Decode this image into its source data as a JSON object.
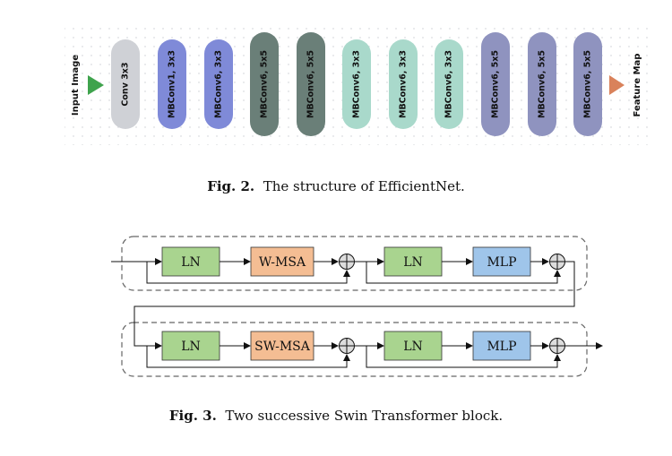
{
  "figure2": {
    "input_label": "Input Image",
    "output_label": "Feature Map",
    "colors": {
      "input_arrow": "#3fa34d",
      "output_arrow": "#d9825b",
      "gray": "#cfd1d6",
      "blue": "#7f8ad8",
      "teal_dark": "#6a7f78",
      "mint": "#a9d9cb",
      "slate": "#8f93bf"
    },
    "blocks": [
      {
        "label": "Conv 3x3",
        "color": "gray"
      },
      {
        "label": "MBConv1, 3x3",
        "color": "blue"
      },
      {
        "label": "MBConv6, 3x3",
        "color": "blue"
      },
      {
        "label": "MBConv6, 5x5",
        "color": "teal_dark"
      },
      {
        "label": "MBConv6, 5x5",
        "color": "teal_dark"
      },
      {
        "label": "MBConv6, 3x3",
        "color": "mint"
      },
      {
        "label": "MBConv6, 3x3",
        "color": "mint"
      },
      {
        "label": "MBConv6, 3x3",
        "color": "mint"
      },
      {
        "label": "MBConv6, 5x5",
        "color": "slate"
      },
      {
        "label": "MBConv6, 5x5",
        "color": "slate"
      },
      {
        "label": "MBConv6, 5x5",
        "color": "slate"
      }
    ],
    "caption_prefix": "Fig. 2.",
    "caption_text": "The structure of EfficientNet."
  },
  "figure3": {
    "colors": {
      "ln": "#a9d48f",
      "msa": "#f4bd93",
      "mlp": "#9fc5ea"
    },
    "row1": {
      "ln1": "LN",
      "msa": "W-MSA",
      "ln2": "LN",
      "mlp": "MLP"
    },
    "row2": {
      "ln1": "LN",
      "msa": "SW-MSA",
      "ln2": "LN",
      "mlp": "MLP"
    },
    "caption_prefix": "Fig. 3.",
    "caption_text": "Two successive Swin Transformer block."
  }
}
